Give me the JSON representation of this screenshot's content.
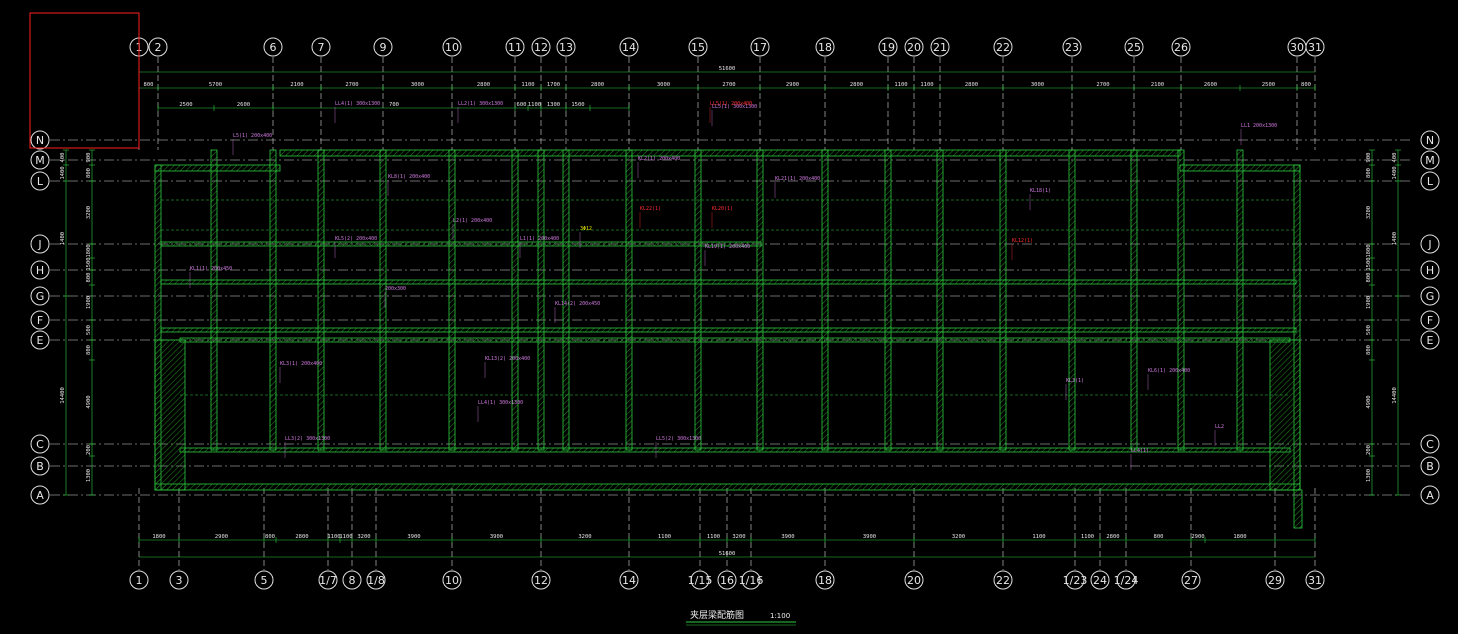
{
  "drawing": {
    "title": "夹层梁配筋图",
    "scale": "1:100",
    "total_dimension": "51600",
    "colors": {
      "background": "#000000",
      "grid_line": "#d8d8d8",
      "dimension": "#2ecc40",
      "wall_outline": "#2ecc40",
      "hatch": "#1a7a1a",
      "beam_label": "#d07ae0",
      "beam_label_red": "#ff3030",
      "beam_label_yellow": "#e6e600",
      "highlight_box": "#ff2020"
    }
  },
  "axes_top": [
    "1",
    "2",
    "6",
    "7",
    "9",
    "10",
    "11",
    "12",
    "13",
    "14",
    "15",
    "17",
    "18",
    "19",
    "20",
    "21",
    "22",
    "23",
    "25",
    "26",
    "30",
    "31"
  ],
  "axes_bottom": [
    "1",
    "3",
    "5",
    "1/7",
    "8",
    "1/8",
    "10",
    "12",
    "14",
    "1/15",
    "16",
    "1/16",
    "18",
    "20",
    "22",
    "1/23",
    "24",
    "1/24",
    "27",
    "29",
    "31"
  ],
  "axes_side": [
    "N",
    "M",
    "L",
    "J",
    "H",
    "G",
    "F",
    "E",
    "C",
    "B",
    "A"
  ],
  "dims_top": [
    "800",
    "5700",
    "2100",
    "2700",
    "3000",
    "2800",
    "1100",
    "1700",
    "2800",
    "3000",
    "2700",
    "2900",
    "2800",
    "1100",
    "1100",
    "2800",
    "3000",
    "2700",
    "2100",
    "2600",
    "2500",
    "800"
  ],
  "dims_top_inner": [
    "2500",
    "2600",
    "700",
    "600",
    "1100",
    "1300",
    "1500"
  ],
  "dims_bottom": [
    "1800",
    "2900",
    "800",
    "2800",
    "1100",
    "1100",
    "3200",
    "3900",
    "3900",
    "3200",
    "1100",
    "1100",
    "3200",
    "3900",
    "3900",
    "3200",
    "1100",
    "1100",
    "2800",
    "800",
    "2900",
    "1800"
  ],
  "dims_left": [
    "900",
    "800",
    "3200",
    "1800",
    "1500",
    "800",
    "1900",
    "500",
    "800",
    "4900",
    "200",
    "1300"
  ],
  "dims_left_outer": [
    "400",
    "1400",
    "1400",
    "14400"
  ],
  "dims_right": [
    "900",
    "800",
    "3200",
    "1800",
    "1500",
    "800",
    "1900",
    "500",
    "800",
    "4900",
    "200",
    "1300"
  ],
  "dims_right_outer": [
    "400",
    "1400",
    "1400",
    "14400"
  ],
  "beam_labels": [
    {
      "text": "LL4(1) 300x1300",
      "color": "purple"
    },
    {
      "text": "LL2(1) 300x1300",
      "color": "purple"
    },
    {
      "text": "LL5(1) 300x1300",
      "color": "purple"
    },
    {
      "text": "L5(1) 200x400",
      "color": "purple"
    },
    {
      "text": "KL8(1) 200x400",
      "color": "purple"
    },
    {
      "text": "L2(1) 200x400",
      "color": "purple"
    },
    {
      "text": "KL3(1) 200x400",
      "color": "purple"
    },
    {
      "text": "L1(1) 200x400",
      "color": "purple"
    },
    {
      "text": "KL21(1) 200x400",
      "color": "purple"
    },
    {
      "text": "KL18(1)",
      "color": "purple"
    },
    {
      "text": "LL1 200x1300",
      "color": "purple"
    },
    {
      "text": "KL1(1) 200x450",
      "color": "purple"
    },
    {
      "text": "KL5(2) 200x400",
      "color": "purple"
    },
    {
      "text": "KL14(2) 200x450",
      "color": "purple"
    },
    {
      "text": "KL13(2) 200x400",
      "color": "purple"
    },
    {
      "text": "LL4(1) 300x1300",
      "color": "purple"
    },
    {
      "text": "LL3(2) 300x1300",
      "color": "purple"
    },
    {
      "text": "LL5(2) 300x1300",
      "color": "purple"
    },
    {
      "text": "LL4(1)",
      "color": "purple"
    },
    {
      "text": "LL2",
      "color": "purple"
    },
    {
      "text": "KL3(1)",
      "color": "purple"
    },
    {
      "text": "KL6(1) 200x400",
      "color": "purple"
    },
    {
      "text": "KL2(1) 200x400",
      "color": "purple"
    },
    {
      "text": "KL19(1) 200x400",
      "color": "purple"
    },
    {
      "text": "KL20(1)",
      "color": "red"
    },
    {
      "text": "KL12(1)",
      "color": "red"
    },
    {
      "text": "KL22(1)",
      "color": "red"
    },
    {
      "text": "LL5(1) 200x400",
      "color": "red"
    },
    {
      "text": "3Φ12",
      "color": "yellow"
    },
    {
      "text": "200x300",
      "color": "purple"
    }
  ]
}
